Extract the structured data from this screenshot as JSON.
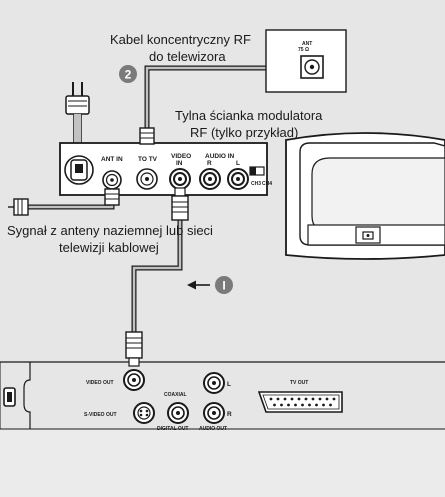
{
  "labels": {
    "rf_cable_line1": "Kabel koncentryczny RF",
    "rf_cable_line2": "do telewizora",
    "modulator_line1": "Tylna ścianka modulatora",
    "modulator_line2": "RF (tylko przykład)",
    "signal_line1": "Sygnał z anteny naziemnej lub sieci",
    "signal_line2": "telewizji kablowej"
  },
  "steps": {
    "one": "I",
    "two": "2"
  },
  "modulator": {
    "ant_in": "ANT IN",
    "to_tv": "TO TV",
    "video_in_1": "VIDEO",
    "video_in_2": "IN",
    "audio_in": "AUDIO  IN",
    "r": "R",
    "l": "L",
    "ch3": "CH3",
    "ch4": "CH4"
  },
  "tv_ant": {
    "label1": "ANT",
    "label2": "75 Ω"
  },
  "player": {
    "video_out": "VIDEO OUT",
    "svideo_out": "S-VIDEO OUT",
    "coaxial": "COAXIAL",
    "digital_out": "DIGITAL OUT",
    "audio_out": "AUDIO OUT",
    "l": "L",
    "r": "R",
    "tv_out": "TV OUT"
  },
  "colors": {
    "panel_gray": "#e6e6e6",
    "band_gray": "#c2c2c2",
    "step_badge": "#7a7a7a",
    "line": "#1a1a1a"
  }
}
